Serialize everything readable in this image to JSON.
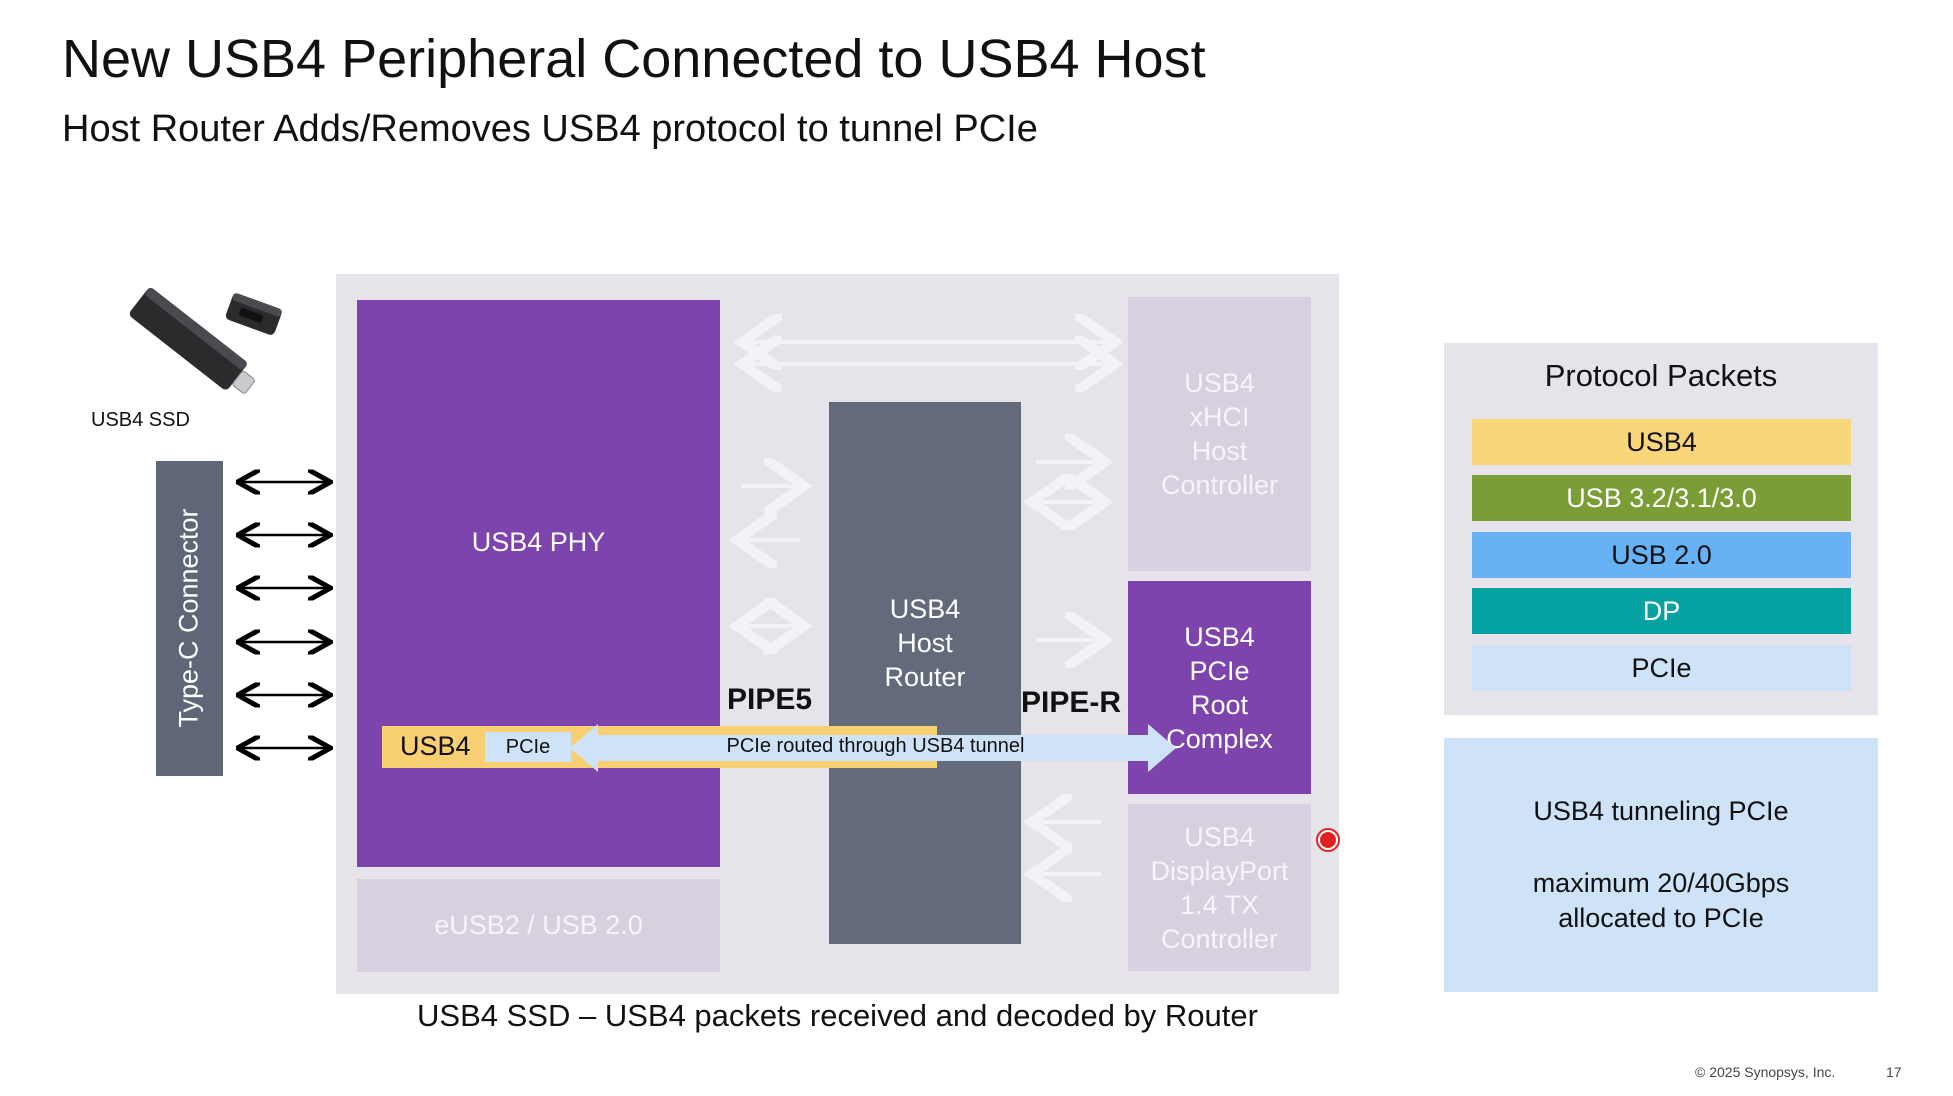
{
  "slide": {
    "title": "New USB4 Peripheral Connected to USB4 Host",
    "subtitle": "Host Router Adds/Removes USB4 protocol to tunnel PCIe",
    "caption": "USB4 SSD – USB4 packets received and decoded by Router",
    "copyright": "© 2025 Synopsys, Inc.",
    "page_number": "17"
  },
  "device": {
    "ssd_label": "USB4 SSD",
    "connector_label": "Type-C Connector"
  },
  "blocks": {
    "phy": "USB4 PHY",
    "eusb": "eUSB2 / USB 2.0",
    "router_lines": [
      "USB4",
      "Host",
      "Router"
    ],
    "xhci_lines": [
      "USB4",
      "xHCI",
      "Host",
      "Controller"
    ],
    "pcie_rc_lines": [
      "USB4",
      "PCIe",
      "Root",
      "Complex"
    ],
    "dp_lines": [
      "USB4",
      "DisplayPort",
      "1.4 TX",
      "Controller"
    ]
  },
  "interfaces": {
    "pipe5": "PIPE5",
    "pipe_r": "PIPE-R"
  },
  "tunnel": {
    "usb4_label": "USB4",
    "pcie_label": "PCIe",
    "text": "PCIe routed through USB4 tunnel"
  },
  "protocol_packets": {
    "title": "Protocol Packets",
    "rows": [
      {
        "label": "USB4",
        "color": "#fad67a",
        "text_color": "#111111"
      },
      {
        "label": "USB 3.2/3.1/3.0",
        "color": "#7a9e35",
        "text_color": "#ffffff"
      },
      {
        "label": "USB 2.0",
        "color": "#67b1f5",
        "text_color": "#111111"
      },
      {
        "label": "DP",
        "color": "#07a3a3",
        "text_color": "#ffffff"
      },
      {
        "label": "PCIe",
        "color": "#cfe3f8",
        "text_color": "#111111"
      }
    ]
  },
  "note": {
    "line1": "USB4 tunneling PCIe",
    "line2": "maximum 20/40Gbps",
    "line3": "allocated to PCIe"
  },
  "colors": {
    "purple": "#7e44ae",
    "router_gray": "#636a7c",
    "faded_block": "#d8d0df",
    "panel": "#e6e3eb",
    "usb4_yellow": "#f9cf73",
    "pcie_blue": "#cfe3f8"
  }
}
